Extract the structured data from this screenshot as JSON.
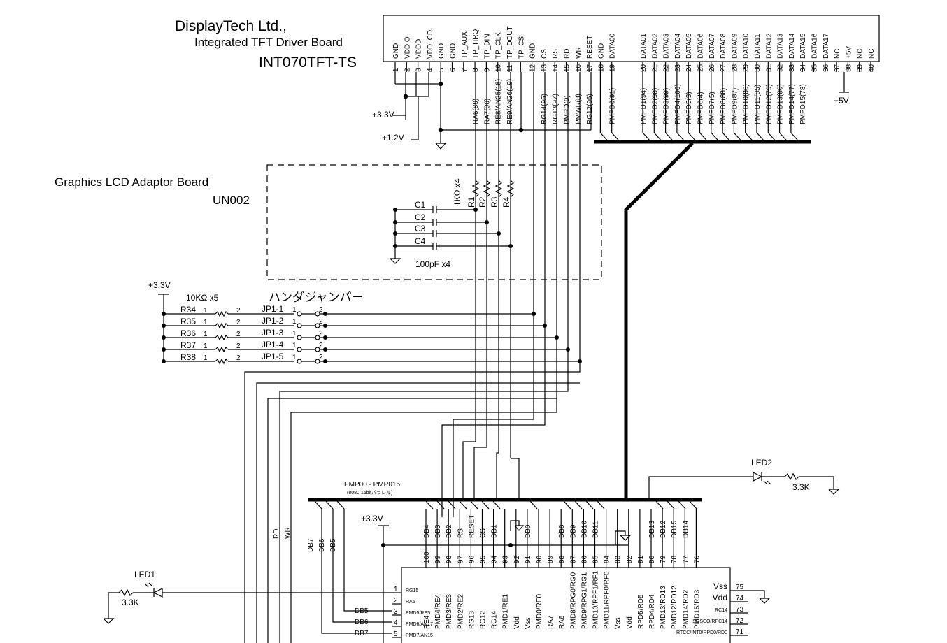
{
  "header": {
    "company": "DisplayTech Ltd.,",
    "subtitle": "Integrated TFT Driver Board",
    "model": "INT070TFT-TS"
  },
  "adaptor": {
    "title": "Graphics LCD Adaptor Board",
    "code": "UN002",
    "res_value": "1KΩ x4",
    "cap_value": "100pF x4",
    "resistors": [
      "R1",
      "R2",
      "R3",
      "R4"
    ],
    "caps": [
      "C1",
      "C2",
      "C3",
      "C4"
    ]
  },
  "tft_connector": {
    "pins": [
      {
        "n": "1",
        "name": "GND",
        "net": ""
      },
      {
        "n": "2",
        "name": "VDDIO",
        "net": ""
      },
      {
        "n": "3",
        "name": "VDDD",
        "net": ""
      },
      {
        "n": "4",
        "name": "VDDLCD",
        "net": ""
      },
      {
        "n": "5",
        "name": "GND",
        "net": ""
      },
      {
        "n": "6",
        "name": "GND",
        "net": ""
      },
      {
        "n": "7",
        "name": "TP_AUX",
        "net": ""
      },
      {
        "n": "8",
        "name": "TP_TIRQ",
        "net": "RA6(89)"
      },
      {
        "n": "9",
        "name": "TP_DIN",
        "net": "RA7(90)"
      },
      {
        "n": "10",
        "name": "TP_CLK",
        "net": "RE8/AN25(18)"
      },
      {
        "n": "11",
        "name": "TP_DOUT",
        "net": "RE9/AN26(19)"
      },
      {
        "n": "",
        "name": "TP_CS",
        "net": ""
      },
      {
        "n": "12",
        "name": "GND",
        "net": ""
      },
      {
        "n": "13",
        "name": "CS",
        "net": "RG14(95)"
      },
      {
        "n": "14",
        "name": "RS",
        "net": "RG13(97)"
      },
      {
        "n": "15",
        "name": "RD",
        "net": "PMRD(9)"
      },
      {
        "n": "16",
        "name": "WR",
        "net": "PMWR(8)"
      },
      {
        "n": "17",
        "name": "RESET",
        "net": "RG12(96)"
      },
      {
        "n": "18",
        "name": "GND",
        "net": ""
      },
      {
        "n": "19",
        "name": "DATA00",
        "net": "PMPD0(91)"
      },
      {
        "n": "20",
        "name": "DATA01",
        "net": "PMPD1(94)"
      },
      {
        "n": "21",
        "name": "DATA02",
        "net": "PMPD2(98)"
      },
      {
        "n": "22",
        "name": "DATA03",
        "net": "PMPD3(99)"
      },
      {
        "n": "23",
        "name": "DATA04",
        "net": "PMPD4(100)"
      },
      {
        "n": "24",
        "name": "DATA05",
        "net": "PMPD5(3)"
      },
      {
        "n": "25",
        "name": "DATA06",
        "net": "PMPD6(4)"
      },
      {
        "n": "26",
        "name": "DATA07",
        "net": "PMPD7(5)"
      },
      {
        "n": "27",
        "name": "DATA08",
        "net": "PMPD8(88)"
      },
      {
        "n": "28",
        "name": "DATA09",
        "net": "PMPD9(87)"
      },
      {
        "n": "29",
        "name": "DATA10",
        "net": "PMPD10(86)"
      },
      {
        "n": "30",
        "name": "DATA11",
        "net": "PMPD11(85)"
      },
      {
        "n": "31",
        "name": "DATA12",
        "net": "PMPD12(79)"
      },
      {
        "n": "32",
        "name": "DATA13",
        "net": "PMPD13(80)"
      },
      {
        "n": "33",
        "name": "DATA14",
        "net": "PMPD14(77)"
      },
      {
        "n": "34",
        "name": "DATA15",
        "net": "PMPD15(78)"
      },
      {
        "n": "35",
        "name": "DATA16",
        "net": ""
      },
      {
        "n": "36",
        "name": "DATA17",
        "net": ""
      },
      {
        "n": "37",
        "name": "NC",
        "net": ""
      },
      {
        "n": "38",
        "name": "+5V",
        "net": ""
      },
      {
        "n": "39",
        "name": "NC",
        "net": ""
      },
      {
        "n": "40",
        "name": "NC",
        "net": ""
      }
    ]
  },
  "power": {
    "v33a": "+3.3V",
    "v12": "+1.2V",
    "v5": "+5V",
    "v33b": "+3.3V",
    "v33c": "+3.3V"
  },
  "jumpers": {
    "res_value": "10KΩ x5",
    "title": "ハンダジャンパー",
    "rows": [
      {
        "r": "R34",
        "jp": "JP1-1"
      },
      {
        "r": "R35",
        "jp": "JP1-2"
      },
      {
        "r": "R36",
        "jp": "JP1-3"
      },
      {
        "r": "R37",
        "jp": "JP1-4"
      },
      {
        "r": "R38",
        "jp": "JP1-5"
      }
    ],
    "pin1": "1",
    "pin2": "2"
  },
  "bus": {
    "label": "PMP00 - PMP015",
    "sub": "(8080 16bitパラレル)"
  },
  "leds": {
    "led1": "LED1",
    "led1_res": "3.3K",
    "led2": "LED2",
    "led2_res": "3.3K"
  },
  "mcu": {
    "vertical_labels": [
      "RD",
      "WR",
      "DB7",
      "DB6",
      "DB5"
    ],
    "top_nets": [
      "DB4",
      "DB3",
      "DB2",
      "RS",
      "RESET",
      "CS",
      "DB1",
      "DB0",
      "DB8",
      "DB9",
      "DB10",
      "DB11",
      "DB13",
      "DB12",
      "DB15",
      "DB14"
    ],
    "top_pins": [
      "100",
      "99",
      "98",
      "97",
      "96",
      "95",
      "94",
      "93",
      "92",
      "91",
      "90",
      "89",
      "88",
      "87",
      "86",
      "85",
      "84",
      "83",
      "82",
      "81",
      "80",
      "79",
      "78",
      "77",
      "76"
    ],
    "top_names": [
      "RE4",
      "PMD4/RE4",
      "PMD3/RE3",
      "PMD2/RE2",
      "RG13",
      "RG12",
      "RG14",
      "PMD1/RE1",
      "Vdd",
      "Vss",
      "PMD0/RE0",
      "RA7",
      "RA6",
      "PMD8/RPG0/RG0",
      "PMD9/RPG1/RG1",
      "PMD10/RPF1/RF1",
      "PMD11/RPF0/RF0",
      "Vss",
      "Vdd",
      "RPD5/RD5",
      "RPD4/RD4",
      "PMD13/RD13",
      "PMD12/RD12",
      "PMD14/RD2",
      "PMD15/RD3"
    ],
    "left_pins": [
      {
        "n": "1",
        "name": "RG15",
        "net": ""
      },
      {
        "n": "2",
        "name": "RA5",
        "net": ""
      },
      {
        "n": "3",
        "name": "PMD5/RE5",
        "net": "DB5"
      },
      {
        "n": "4",
        "name": "PMD6/AN17",
        "net": "DB6"
      },
      {
        "n": "5",
        "name": "PMD7/AN15",
        "net": "DB7"
      }
    ],
    "right_pins": [
      {
        "n": "75",
        "name": "Vss"
      },
      {
        "n": "74",
        "name": "Vdd"
      },
      {
        "n": "73",
        "name": "RC14"
      },
      {
        "n": "72",
        "name": "SOSCO/RPC14"
      },
      {
        "n": "71",
        "name": "RTCC/INT0/RPD0/RD0"
      }
    ]
  }
}
